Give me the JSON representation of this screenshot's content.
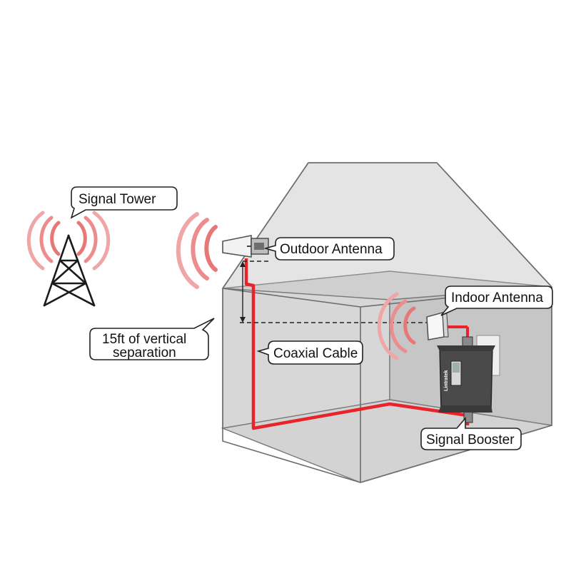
{
  "labels": {
    "signal_tower": "Signal Tower",
    "outdoor_antenna": "Outdoor Antenna",
    "indoor_antenna": "Indoor Antenna",
    "separation_line1": "15ft of vertical",
    "separation_line2": "separation",
    "coaxial_cable": "Coaxial Cable",
    "signal_booster": "Signal Booster",
    "booster_brand": "Lintratek"
  },
  "colors": {
    "signal_wave": "#e87878",
    "cable": "#e8232a",
    "house_fill": "#d9d9d9",
    "house_inner": "#cfcfcf",
    "booster_body": "#4a4a4a"
  }
}
